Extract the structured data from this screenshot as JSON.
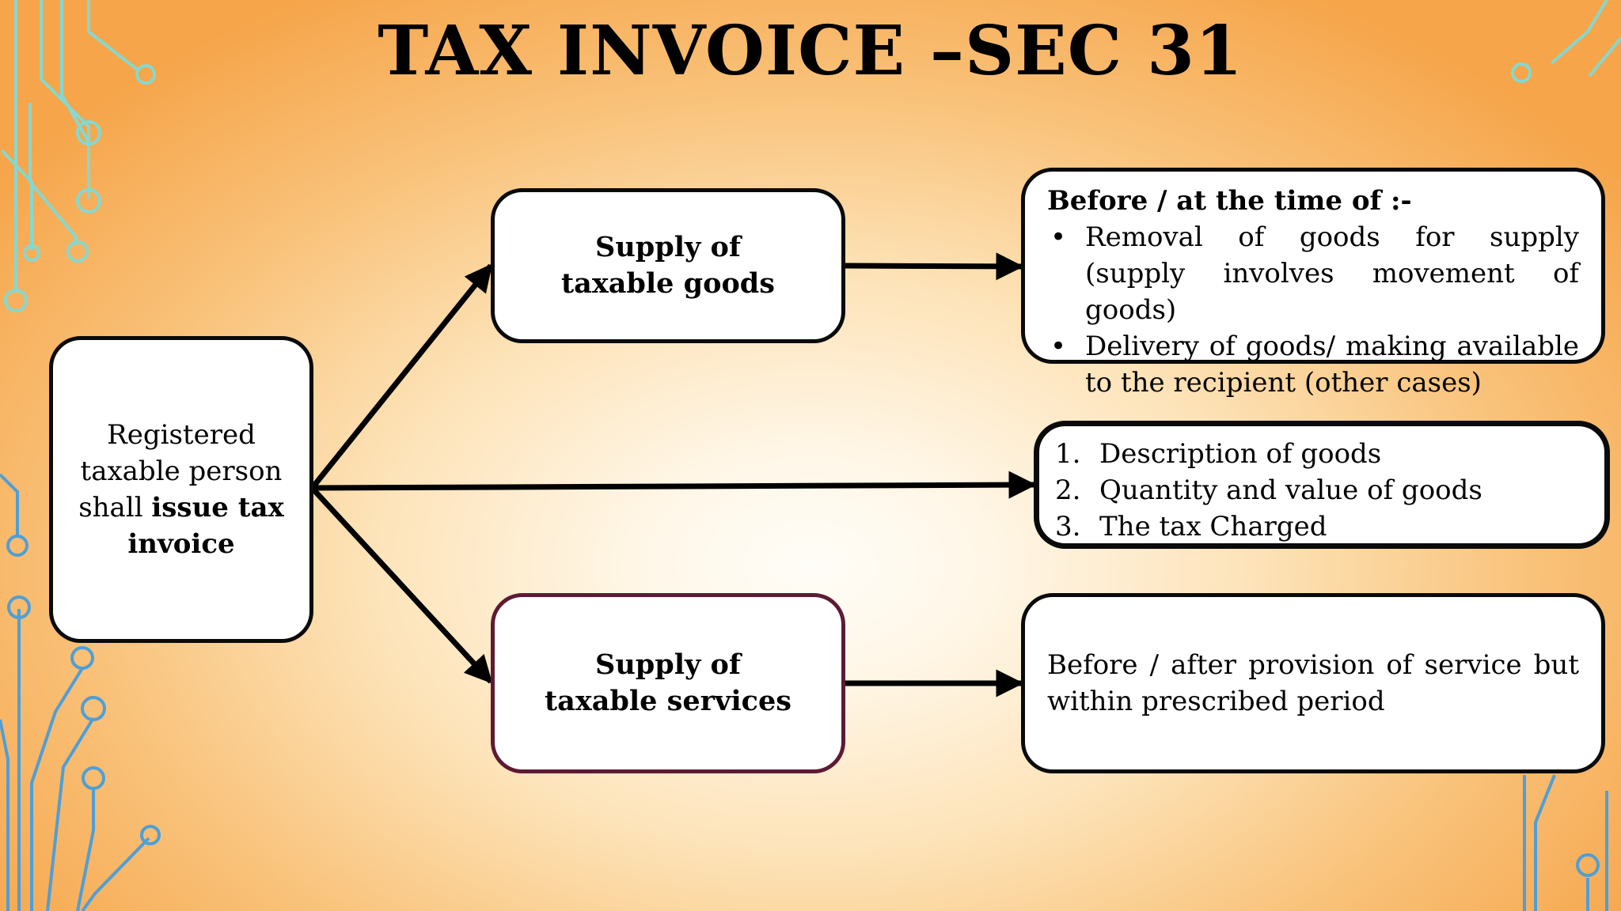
{
  "title": "TAX INVOICE –SEC  31",
  "main_box": {
    "pre": "Registered taxable person shall ",
    "bold": "issue tax invoice"
  },
  "goods_box": {
    "label": "Supply of taxable goods"
  },
  "services_box": {
    "label": "Supply of taxable services"
  },
  "goods_timing": {
    "heading": "Before / at the time of :-",
    "points": [
      "Removal of goods for supply (supply involves movement of goods)",
      "Delivery of goods/ making available to the recipient (other cases)"
    ]
  },
  "invoice_contents": {
    "items": [
      {
        "num": "1.",
        "text": "Description of goods"
      },
      {
        "num": "2.",
        "text": "Quantity and value of goods"
      },
      {
        "num": "3.",
        "text": "The tax Charged"
      }
    ]
  },
  "services_timing": {
    "text": "Before / after provision of service but within prescribed period"
  },
  "colors": {
    "services_border": "#5e1a34",
    "circuit_teal": "#7fd8d0",
    "circuit_blue": "#4a9fd6"
  }
}
